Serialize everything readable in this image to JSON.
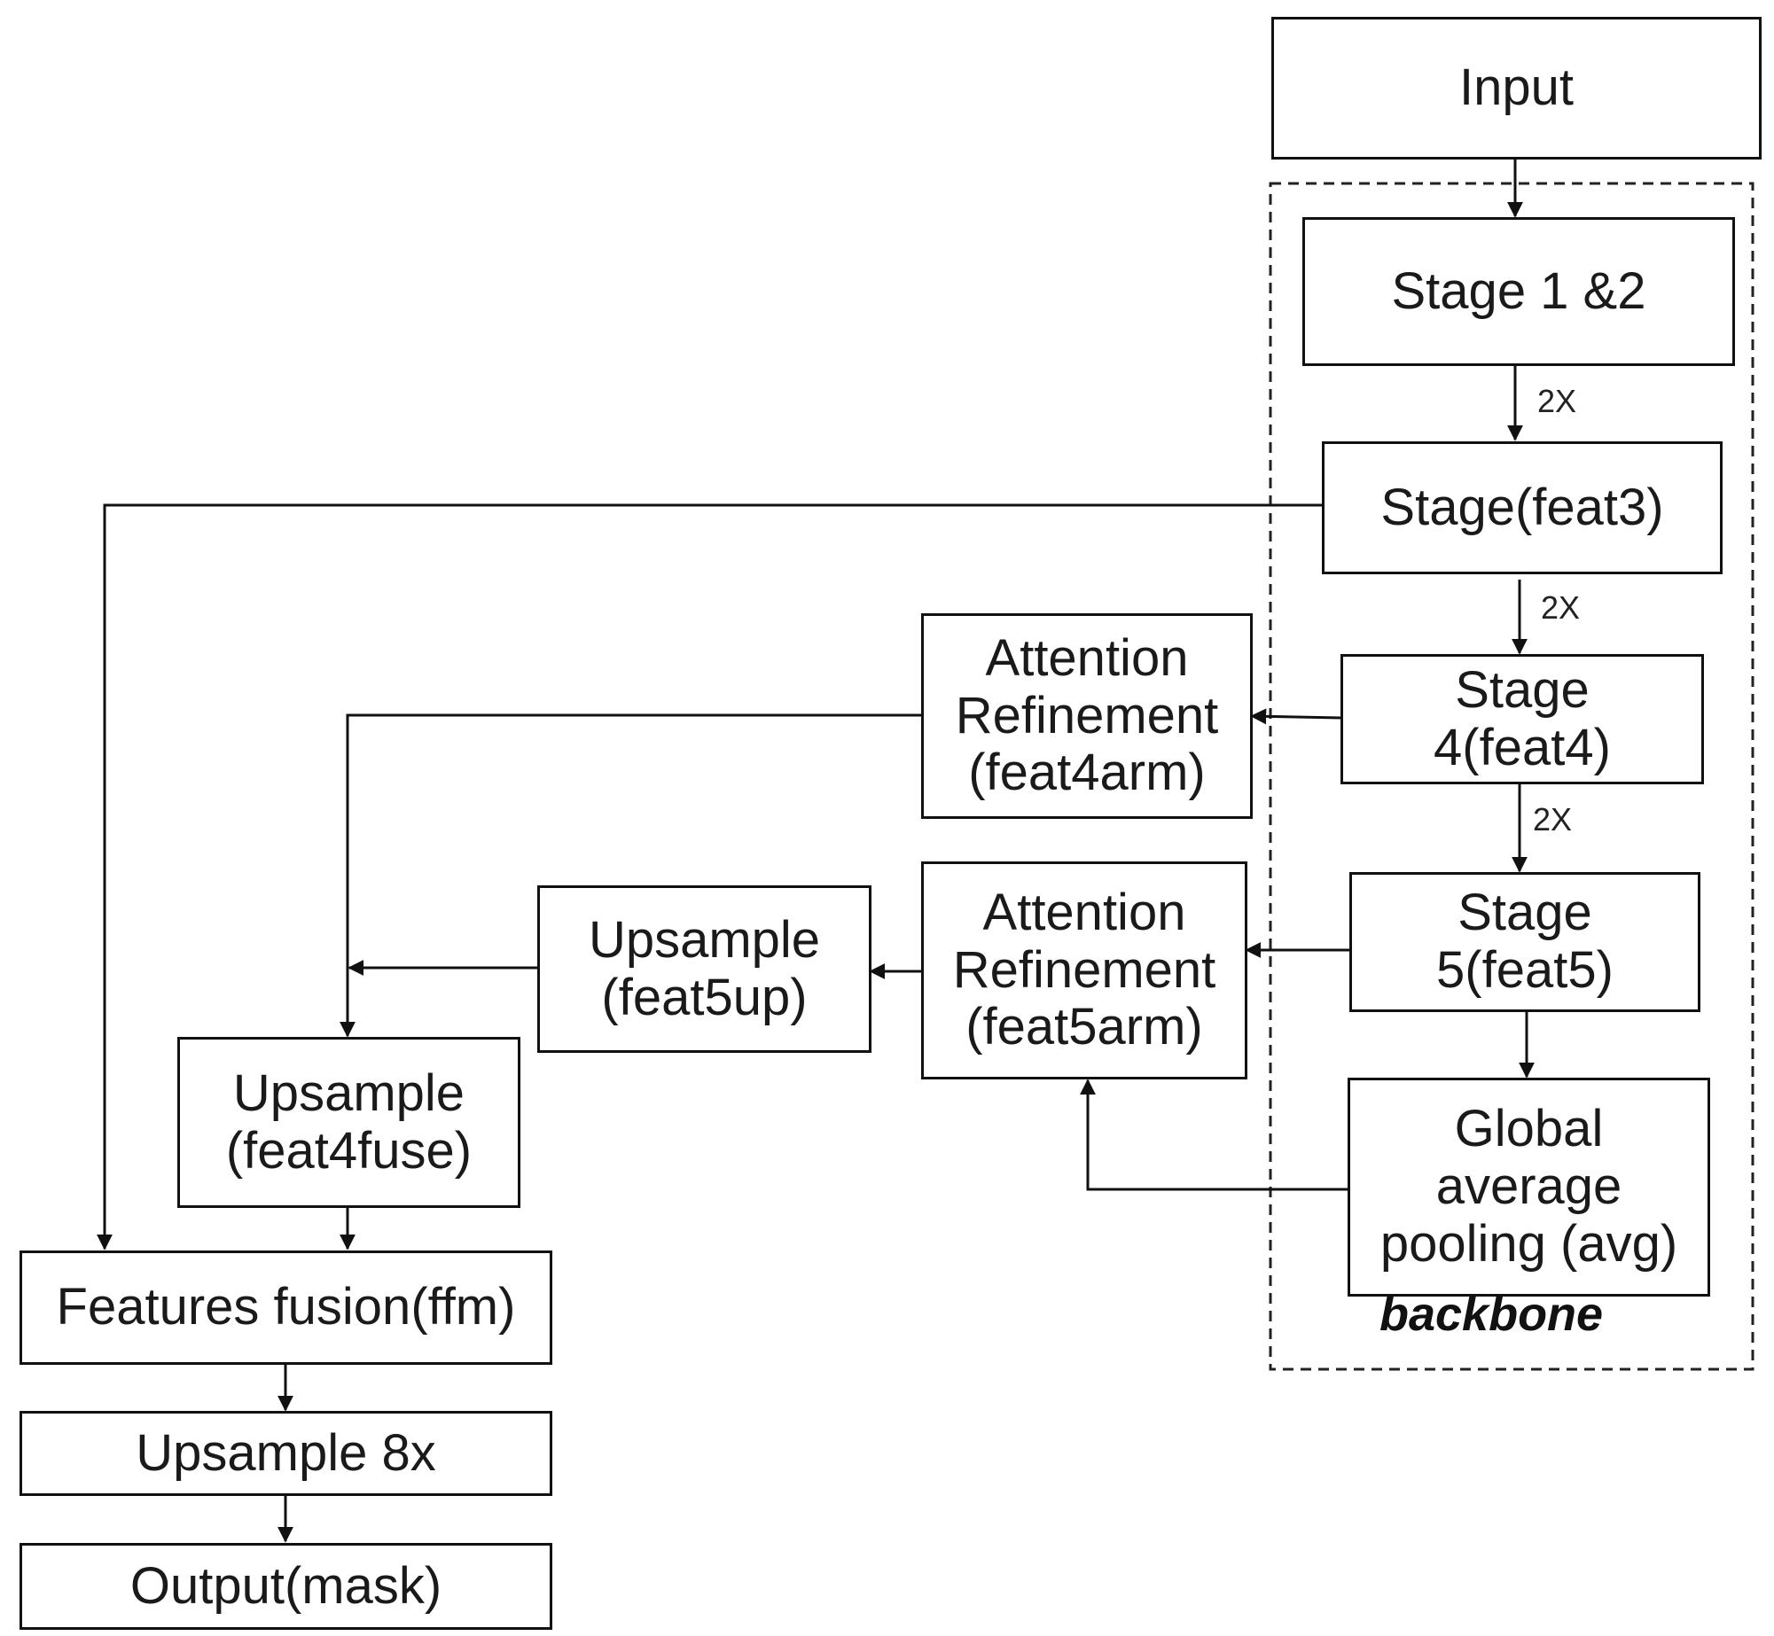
{
  "nodes": {
    "input": "Input",
    "stage12": "Stage 1 &2",
    "stage3": "Stage(feat3)",
    "stage4": "Stage\n4(feat4)",
    "stage5": "Stage\n5(feat5)",
    "gap": "Global\naverage\npooling (avg)",
    "arm4": "Attention\nRefinement\n(feat4arm)",
    "arm5": "Attention\nRefinement\n(feat5arm)",
    "up5": "Upsample\n(feat5up)",
    "up4": "Upsample\n(feat4fuse)",
    "ffm": "Features fusion(ffm)",
    "up8": "Upsample 8x",
    "output": "Output(mask)"
  },
  "edge_labels": {
    "s12_to_s3": "2X",
    "s3_to_s4": "2X",
    "s4_to_s5": "2X"
  },
  "group_label": "backbone"
}
